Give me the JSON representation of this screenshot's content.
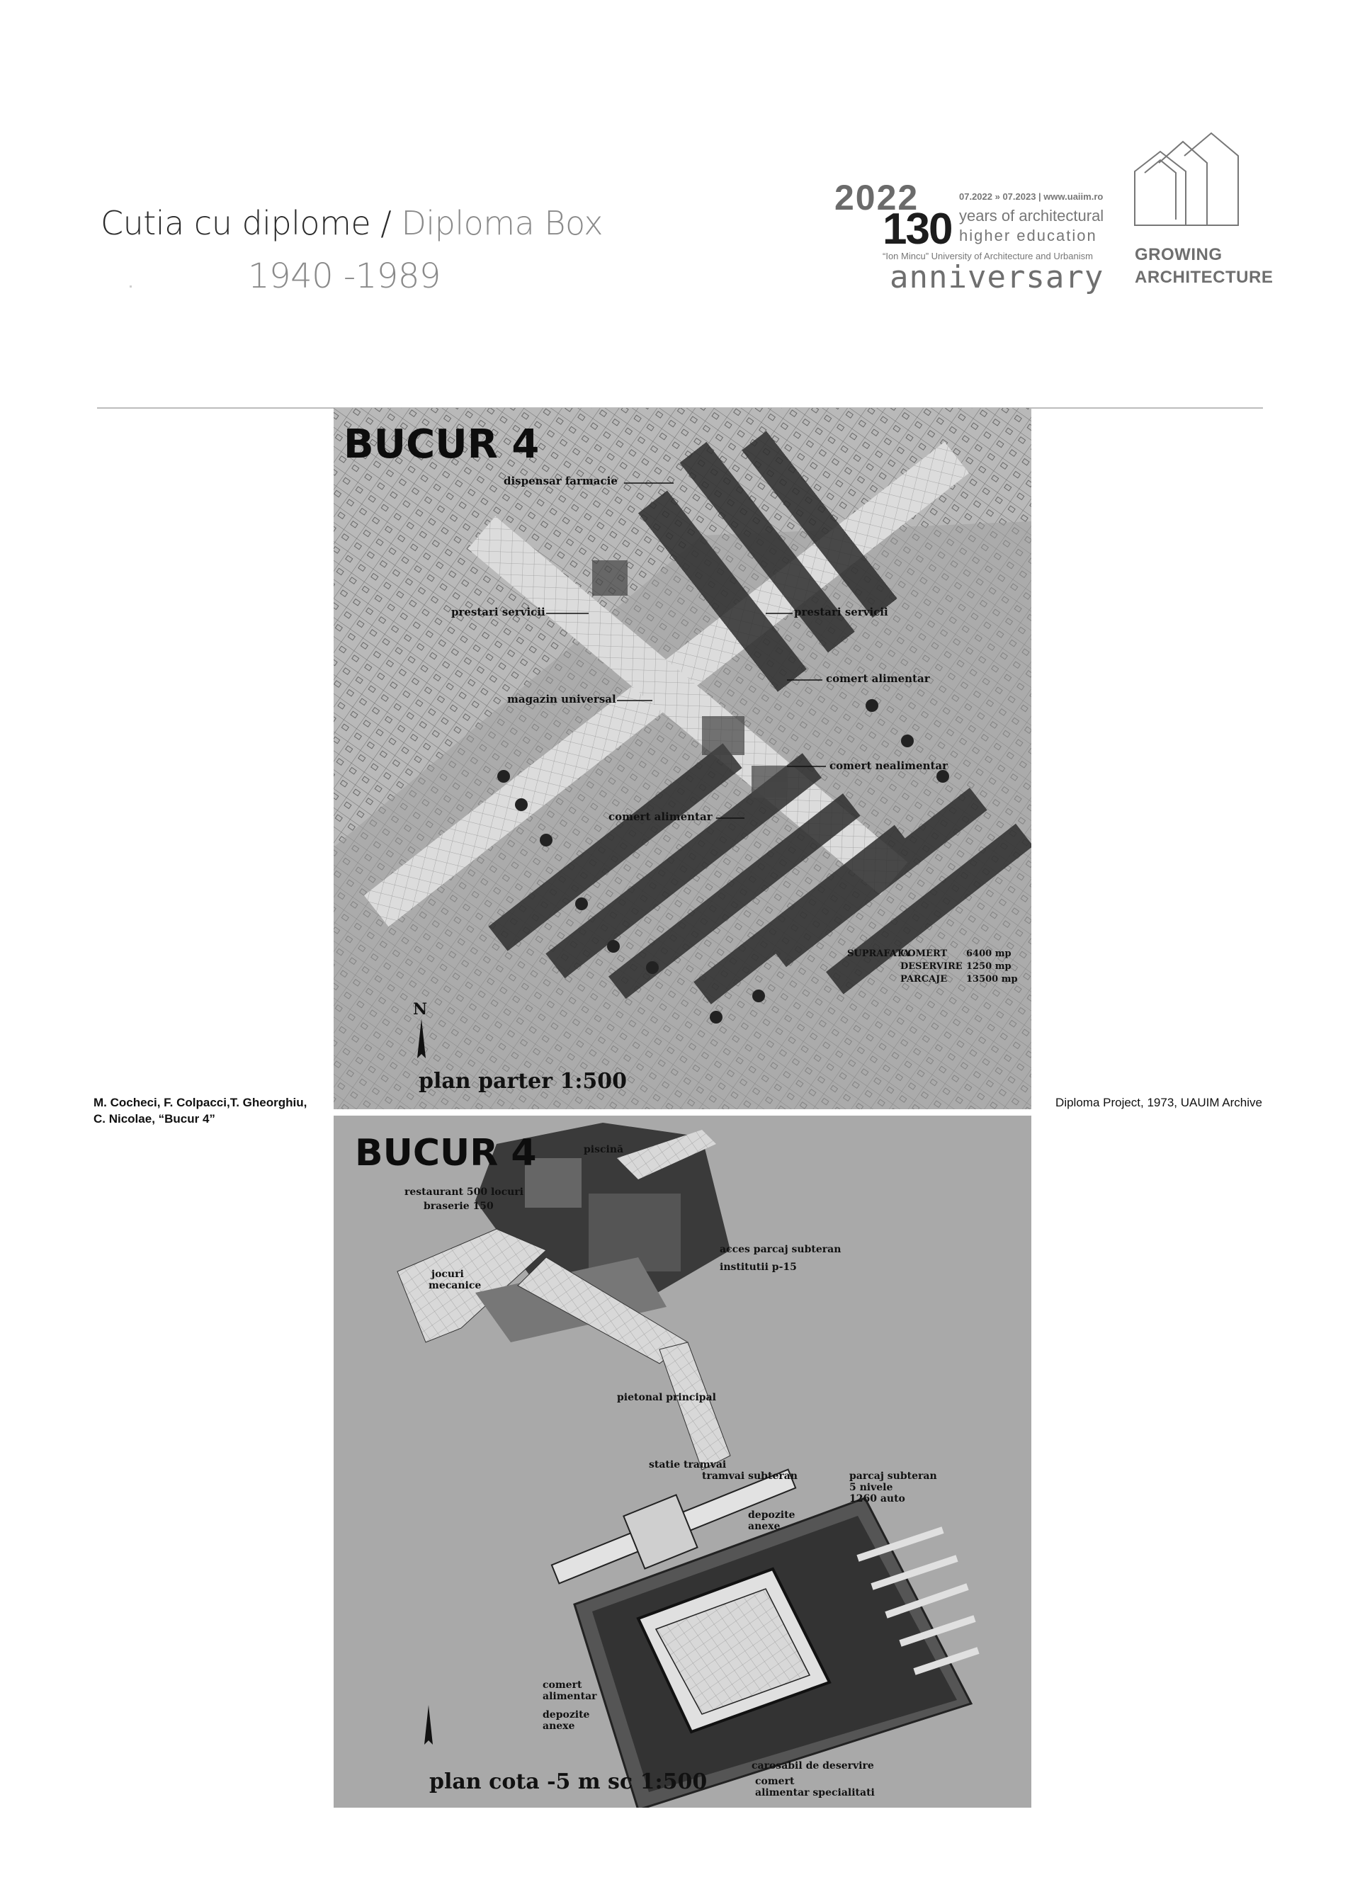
{
  "header": {
    "title_ro": "Cutia cu diplome /",
    "title_en": "Diploma Box",
    "years": "1940 -1989"
  },
  "anniversary": {
    "year": "2022",
    "number": "130",
    "dates": "07.2022 » 07.2023 | www.uaiim.ro",
    "line1": "years of architectural",
    "line2": "higher education",
    "university": "“Ion Mincu” University of Architecture and Urbanism",
    "word": "anniversary"
  },
  "growing": {
    "line1": "GROWING",
    "line2": "ARCHITECTURE"
  },
  "captions": {
    "left_line1": "M. Cocheci, F. Colpacci,T. Gheorghiu,",
    "left_line2": "C. Nicolae, “Bucur 4”",
    "right": "Diploma Project, 1973, UAUIM Archive"
  },
  "plan_top": {
    "title": "BUCUR 4",
    "scale": "plan parter 1:500",
    "north": "N",
    "labels": {
      "dispensar": "dispensar farmacie",
      "prestari_left": "prestari servicii",
      "prestari_right": "prestari servicii",
      "magazin": "magazin universal",
      "comert_mixt": "comert alimentar",
      "comert_neal": "comert nealimentar",
      "comert_alim": "comert alimentar"
    },
    "surface": {
      "heading": "SUPRAFATA",
      "r1_label": "COMERT",
      "r1_value": "6400 mp",
      "r2_label": "DESERVIRE",
      "r2_value": "1250 mp",
      "r3_label": "PARCAJE",
      "r3_value": "13500 mp"
    }
  },
  "plan_bottom": {
    "title": "BUCUR 4",
    "scale": "plan cota -5 m sc 1:500",
    "labels": {
      "piscina": "piscină",
      "restaurant": "restaurant 500 locuri",
      "braserie": "braserie 150",
      "jocuri": "jocuri",
      "mecanice": "mecanice",
      "acces": "acces parcaj subteran",
      "institutii": "institutii p-15",
      "pietonal": "pietonal principal",
      "statie": "statie tramvai",
      "tramvai": "tramvai subteran",
      "parcaj1": "parcaj subteran",
      "parcaj2": "5 nivele",
      "parcaj3": "1260 auto",
      "depozite1a": "depozite",
      "depozite1b": "anexe",
      "comert_a": "comert",
      "comert_b": "alimentar",
      "depozite2a": "depozite",
      "depozite2b": "anexe",
      "carosabil": "carosabil de deservire",
      "comert2a": "comert",
      "comert2b": "alimentar specialitati"
    }
  }
}
